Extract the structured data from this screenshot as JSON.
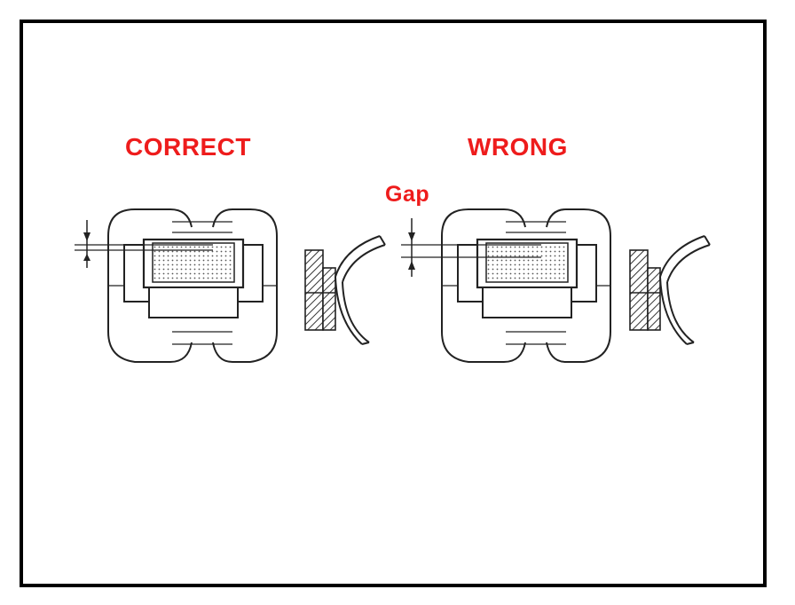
{
  "labels": {
    "correct": "CORRECT",
    "wrong": "WRONG",
    "gap": "Gap"
  },
  "colors": {
    "label_red": "#ee1c1c",
    "line": "#222222",
    "frame": "#000000"
  }
}
